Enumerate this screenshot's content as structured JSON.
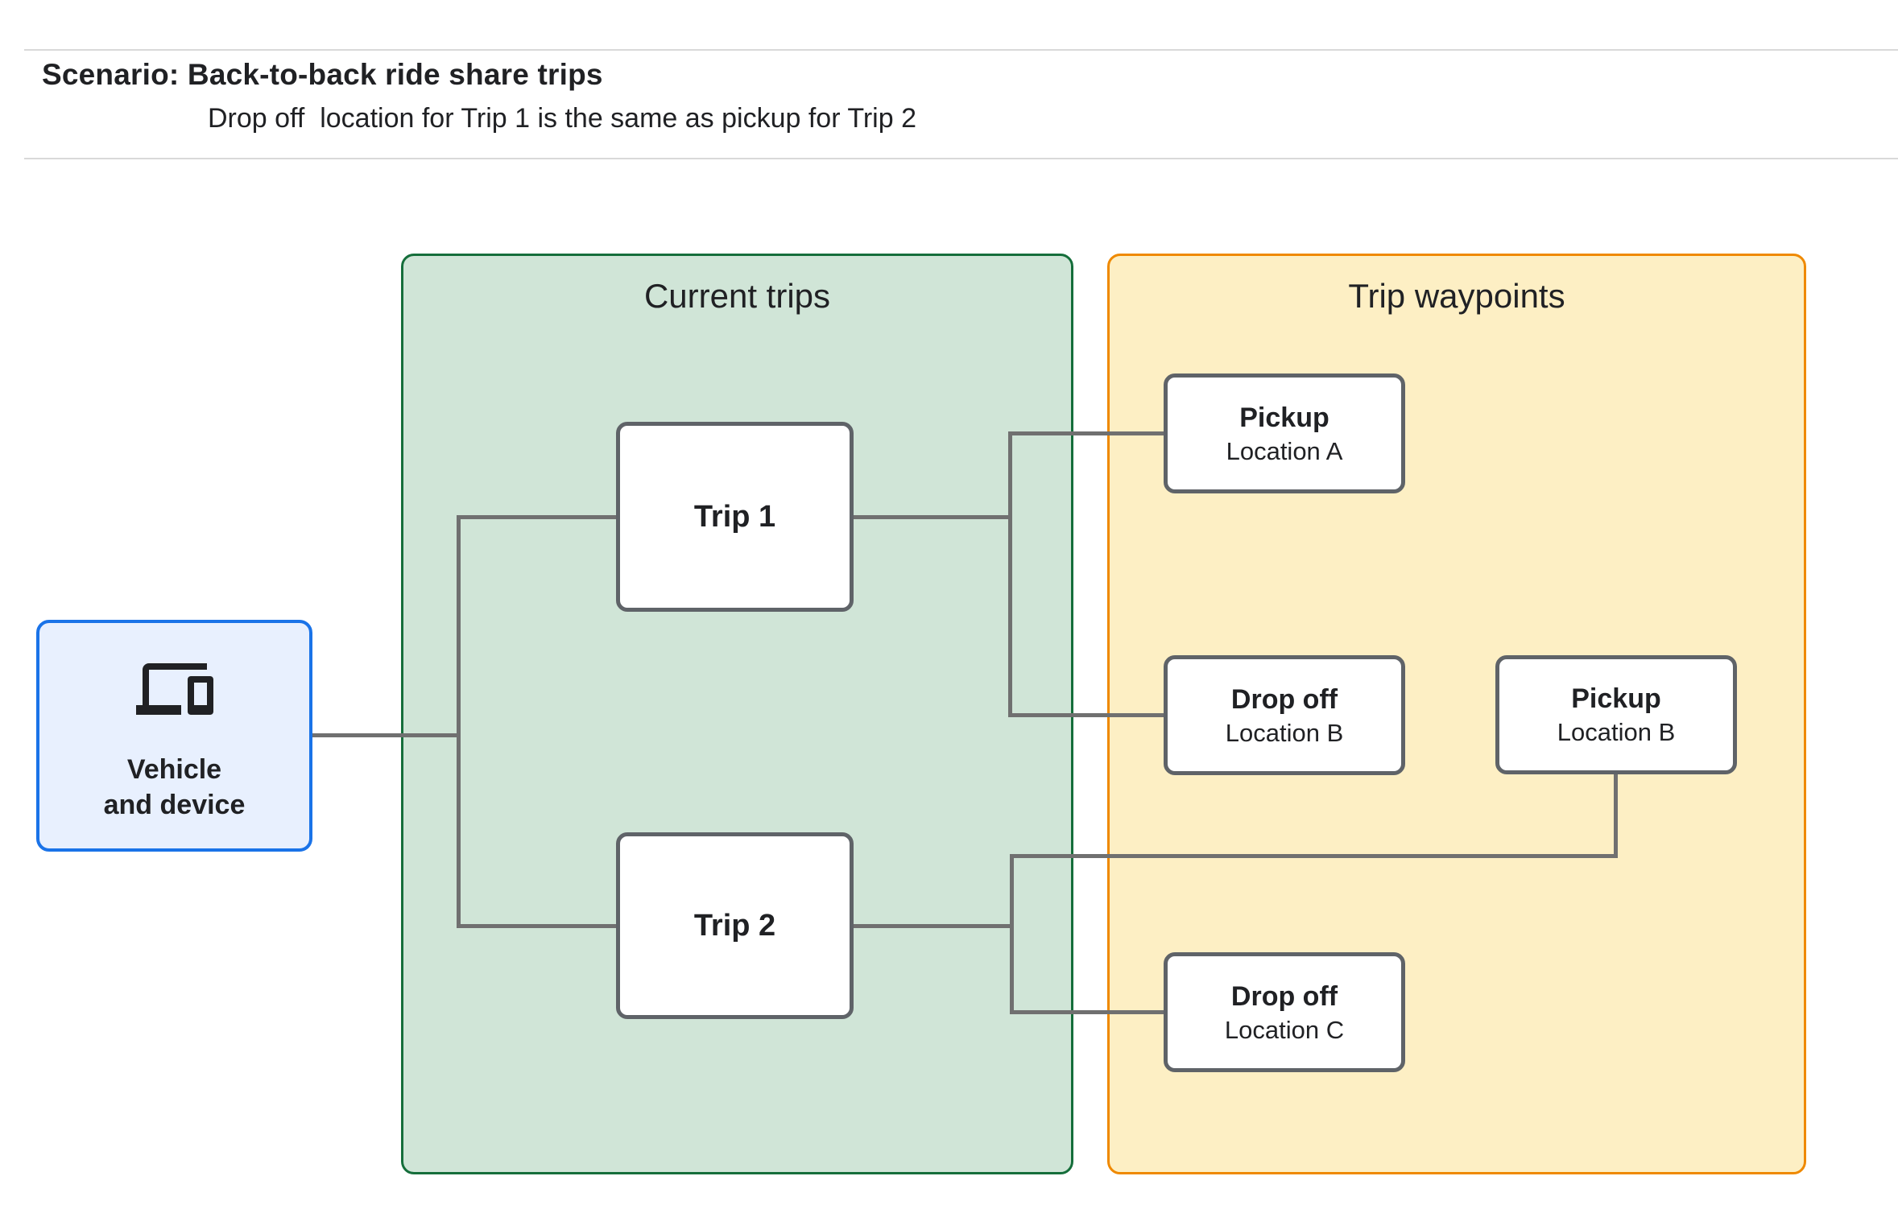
{
  "header": {
    "title": "Scenario: Back-to-back ride share trips",
    "subtitle": "Drop off  location for Trip 1 is the same as pickup for Trip 2"
  },
  "groups": {
    "current_trips": {
      "title": "Current trips"
    },
    "trip_waypoints": {
      "title": "Trip waypoints"
    }
  },
  "nodes": {
    "vehicle": {
      "line1": "Vehicle",
      "line2": "and device",
      "icon": "devices-icon"
    },
    "trip1": {
      "label": "Trip 1"
    },
    "trip2": {
      "label": "Trip 2"
    },
    "pickup_a": {
      "label": "Pickup",
      "sublabel": "Location A"
    },
    "dropoff_b": {
      "label": "Drop off",
      "sublabel": "Location B"
    },
    "pickup_b": {
      "label": "Pickup",
      "sublabel": "Location B"
    },
    "dropoff_c": {
      "label": "Drop off",
      "sublabel": "Location C"
    }
  },
  "colors": {
    "text": "#202124",
    "rule": "#d9d9d9",
    "vehicle-border": "#1a73e8",
    "vehicle-fill": "#e8f0fe",
    "trips-border": "#156e3b",
    "trips-fill": "#d0e5d7",
    "waypoints-border": "#ef8900",
    "waypoints-fill": "#fdefc4",
    "node-border": "#5f6368",
    "connector": "#707070"
  }
}
